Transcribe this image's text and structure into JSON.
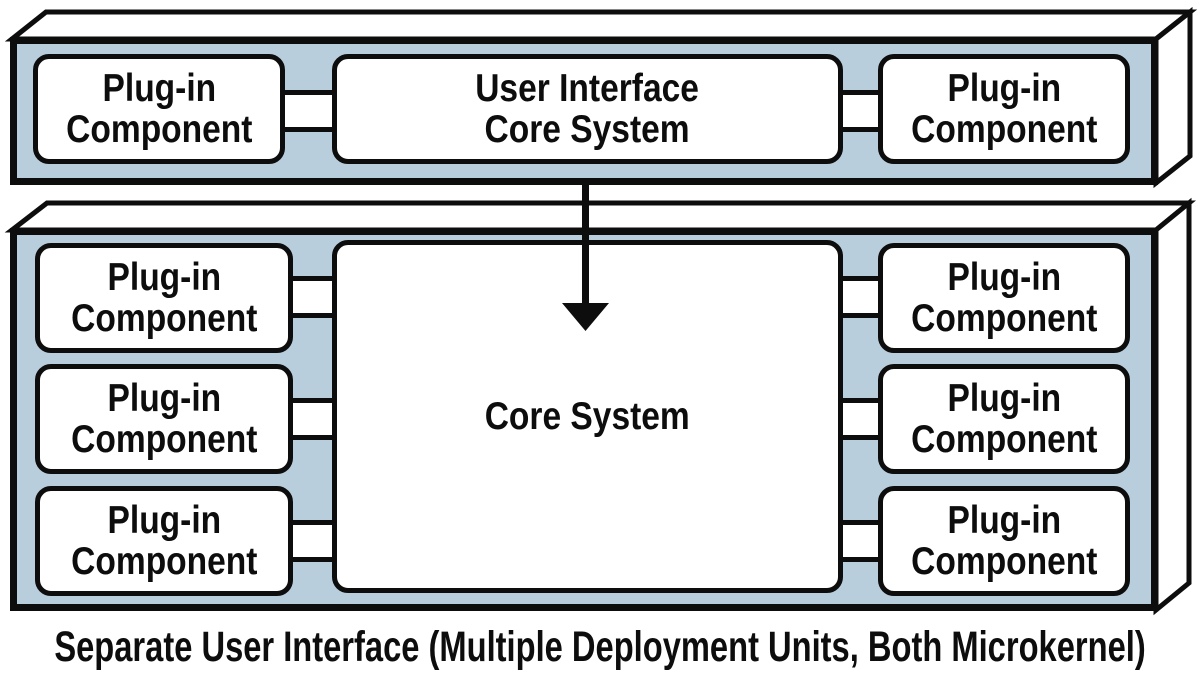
{
  "colors": {
    "background": "#ffffff",
    "panel_fill": "#b9cedd",
    "box_fill": "#ffffff",
    "line": "#0d0d0d"
  },
  "caption": "Separate User Interface (Multiple Deployment Units, Both Microkernel)",
  "top_panel": {
    "plugins": [
      {
        "line1": "Plug-in",
        "line2": "Component"
      },
      {
        "line1": "Plug-in",
        "line2": "Component"
      }
    ],
    "center_box": {
      "line1": "User Interface",
      "line2": "Core System"
    }
  },
  "bottom_panel": {
    "core_box": {
      "label": "Core System"
    },
    "left_plugins": [
      {
        "line1": "Plug-in",
        "line2": "Component"
      },
      {
        "line1": "Plug-in",
        "line2": "Component"
      },
      {
        "line1": "Plug-in",
        "line2": "Component"
      }
    ],
    "right_plugins": [
      {
        "line1": "Plug-in",
        "line2": "Component"
      },
      {
        "line1": "Plug-in",
        "line2": "Component"
      },
      {
        "line1": "Plug-in",
        "line2": "Component"
      }
    ]
  }
}
